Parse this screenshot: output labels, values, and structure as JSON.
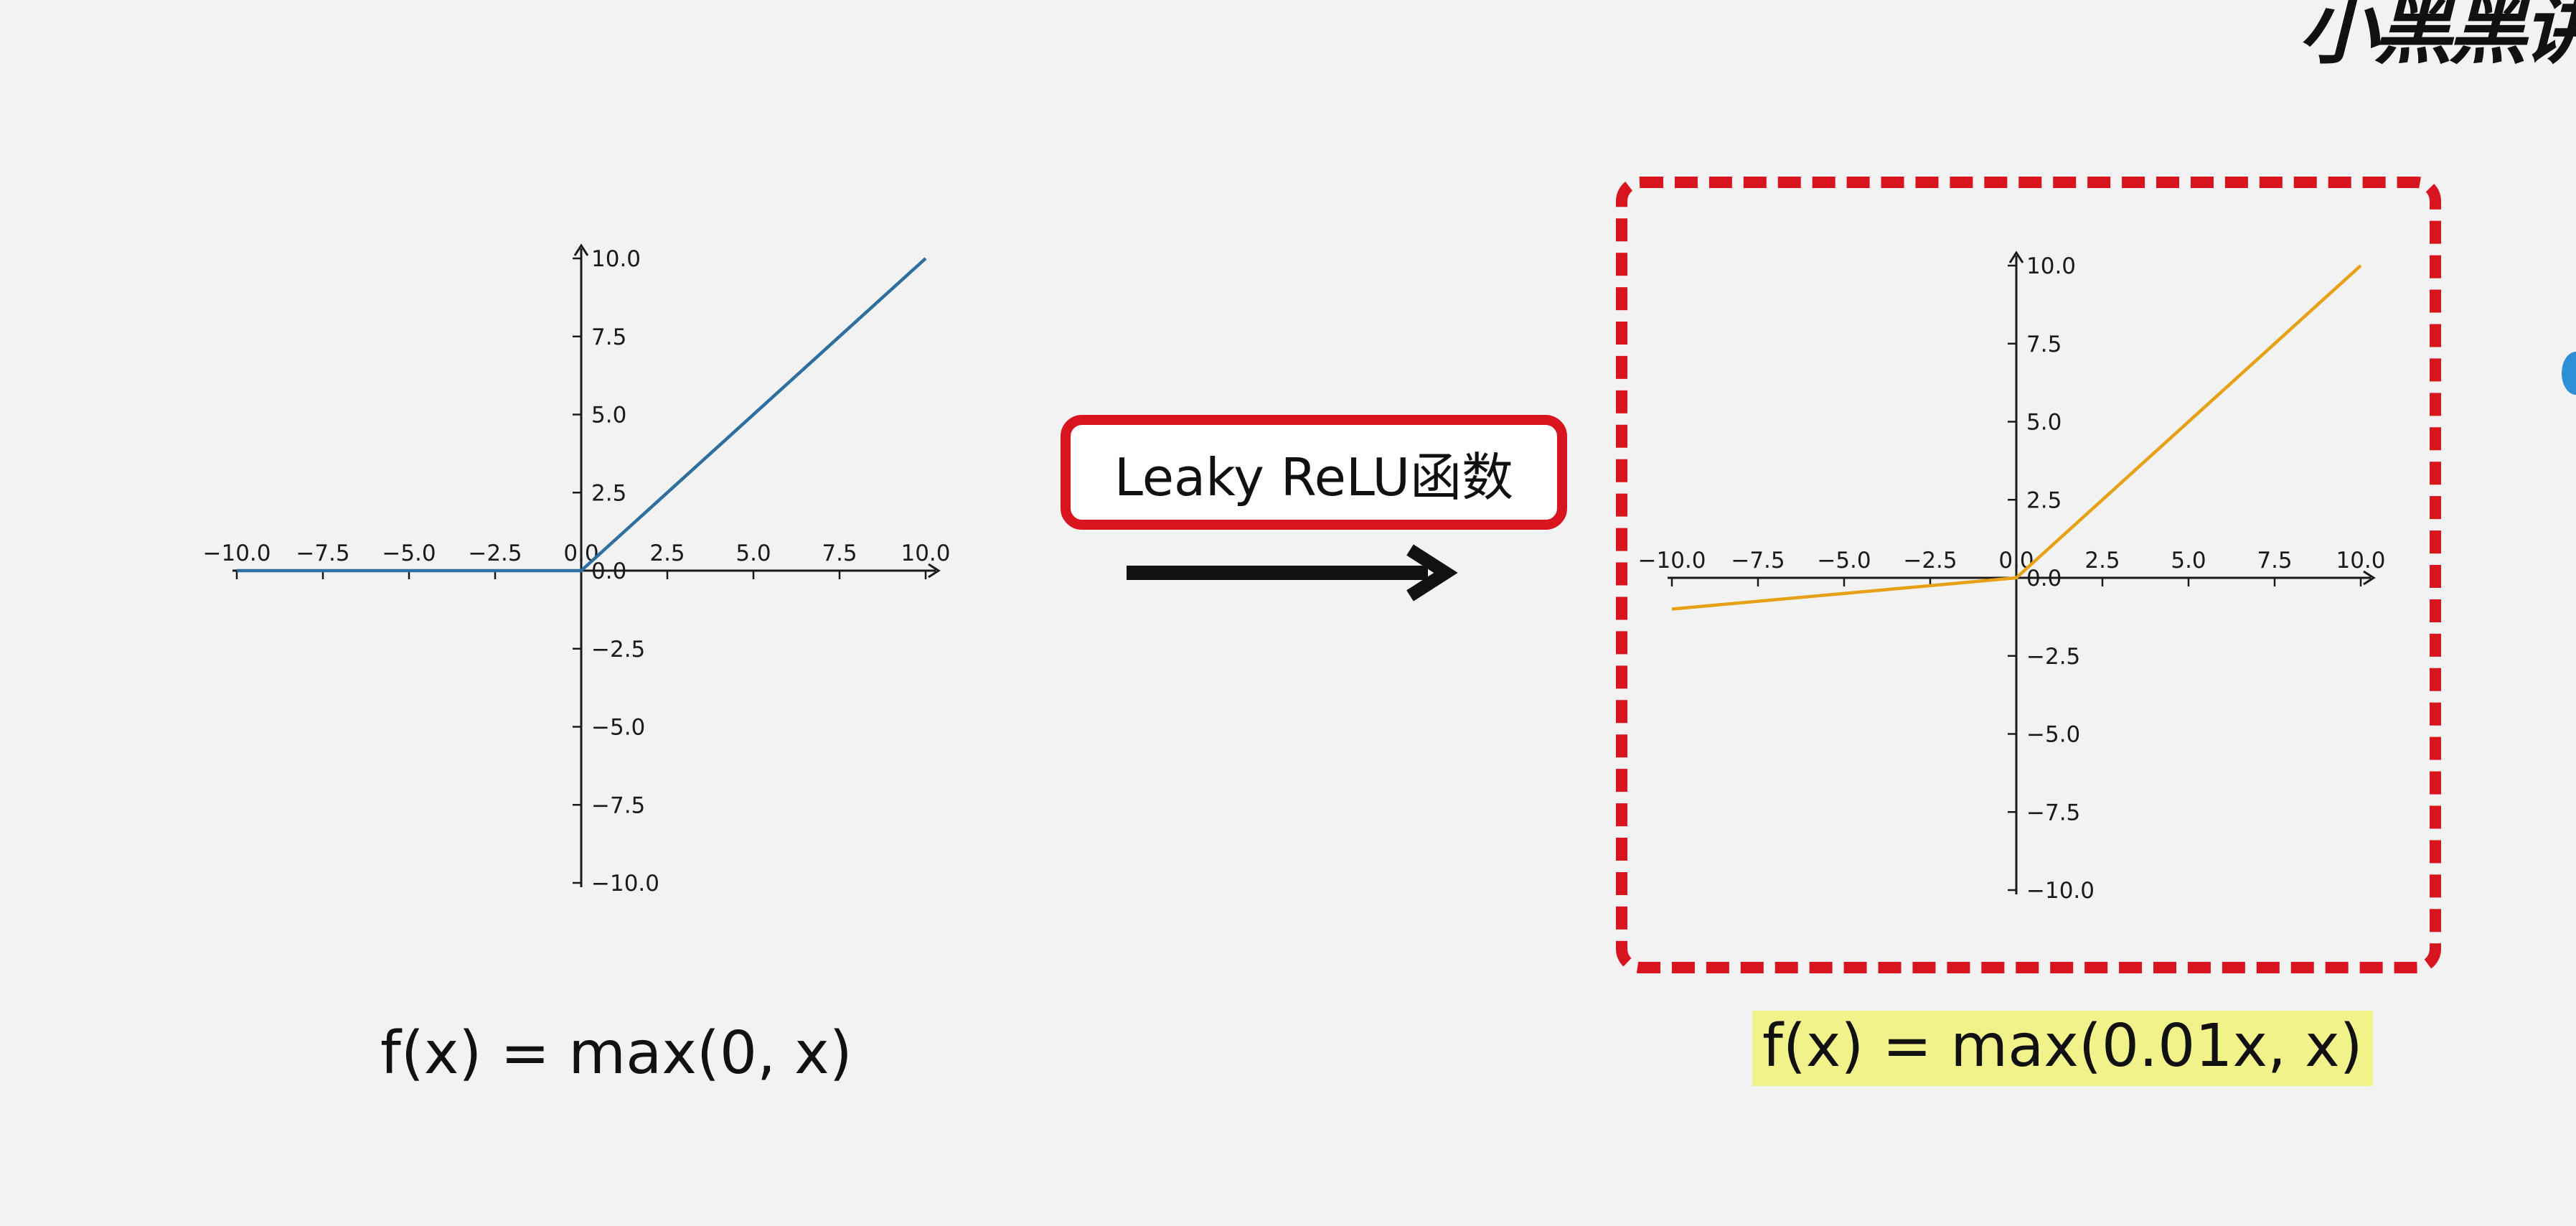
{
  "logo_text": "小黑黑讲",
  "title_badge": "Leaky ReLU函数",
  "formula_left": "f(x) = max(0, x)",
  "formula_right": "f(x) = max(0.01x, x)",
  "colors": {
    "relu_line": "#2f6f9f",
    "leaky_line": "#e6a117",
    "highlight_frame": "#d8141f",
    "formula_highlight": "#f2f28a"
  },
  "chart_data": [
    {
      "type": "line",
      "xlim": [
        -10,
        10
      ],
      "ylim": [
        -10,
        10
      ],
      "x_ticks": [
        "−10.0",
        "−7.5",
        "−5.0",
        "−2.5",
        "0.0",
        "2.5",
        "5.0",
        "7.5",
        "10.0"
      ],
      "y_ticks": [
        "10.0",
        "7.5",
        "5.0",
        "2.5",
        "0.0",
        "−2.5",
        "−5.0",
        "−7.5",
        "−10.0"
      ],
      "grid": false,
      "series": [
        {
          "x": [
            -10,
            0,
            10
          ],
          "y": [
            0,
            0,
            10
          ],
          "color": "#2f6f9f"
        }
      ]
    },
    {
      "type": "line",
      "xlim": [
        -10,
        10
      ],
      "ylim": [
        -10,
        10
      ],
      "x_ticks": [
        "−10.0",
        "−7.5",
        "−5.0",
        "−2.5",
        "0.0",
        "2.5",
        "5.0",
        "7.5",
        "10.0"
      ],
      "y_ticks": [
        "10.0",
        "7.5",
        "5.0",
        "2.5",
        "0.0",
        "−2.5",
        "−5.0",
        "−7.5",
        "−10.0"
      ],
      "grid": false,
      "series": [
        {
          "x": [
            -10,
            0,
            10
          ],
          "y": [
            -1,
            0,
            10
          ],
          "color": "#e6a117"
        }
      ]
    }
  ]
}
